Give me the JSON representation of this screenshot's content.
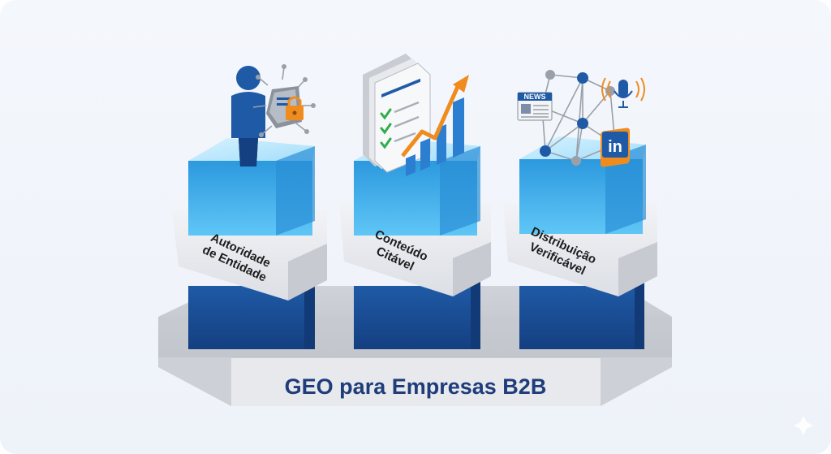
{
  "base": {
    "title": "GEO para Empresas B2B"
  },
  "pillars": [
    {
      "line1": "Autoridade",
      "line2": "de Entidade",
      "icon": "person-with-security-badge-icon"
    },
    {
      "line1": "Conteúdo",
      "line2": "Citável",
      "icon": "document-growth-chart-icon"
    },
    {
      "line1": "Distribuição",
      "line2": "Verificável",
      "icon": "distribution-network-icon"
    }
  ],
  "icons": {
    "news_label": "NEWS",
    "linkedin_label": "in"
  },
  "colors": {
    "navy": "#1a4a8c",
    "cyan": "#3fb2ee",
    "gray": "#c9ccd3",
    "text": "#1f3d7a",
    "orange": "#f08c1e"
  }
}
